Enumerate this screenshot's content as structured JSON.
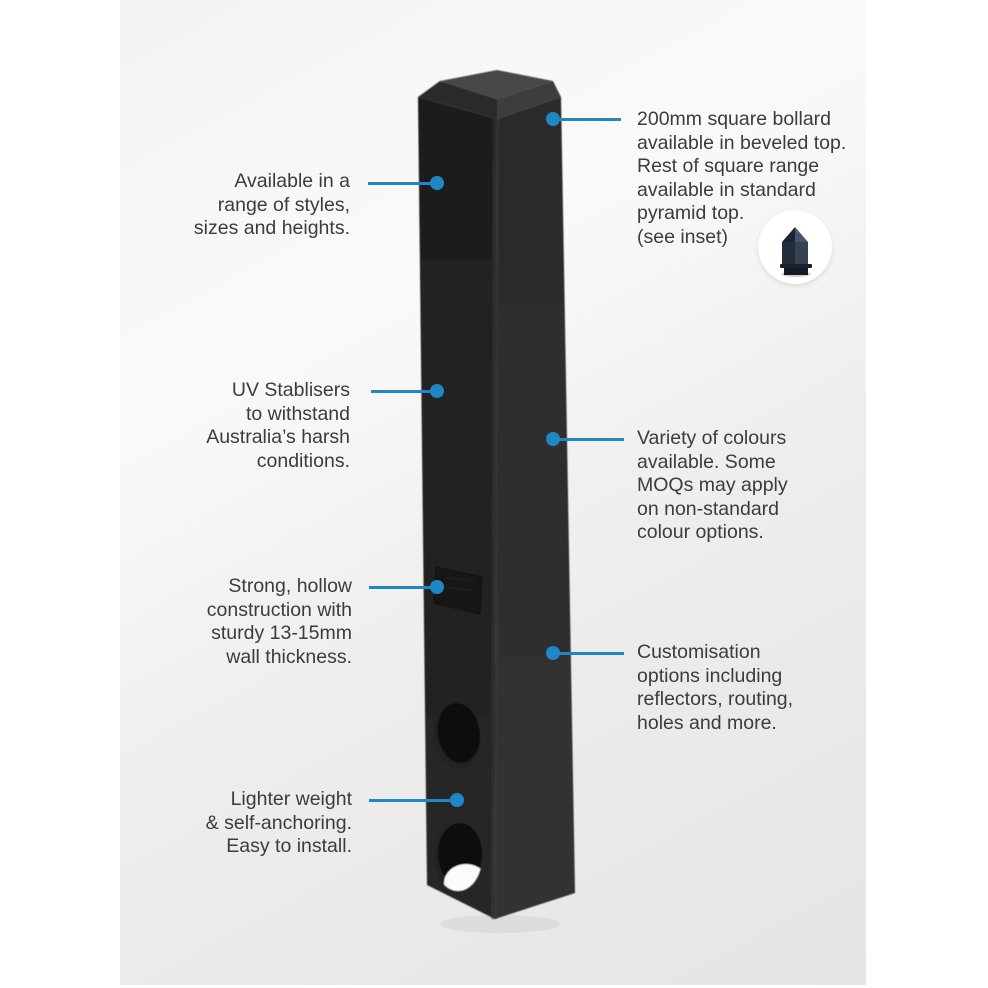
{
  "figure": {
    "description": "Square bollard product feature diagram",
    "inset_caption_target": "pyramid top bollard"
  },
  "colors": {
    "accent_blue": "#1e88c7",
    "text": "#3c3c3c",
    "bollard_dark_face": "#212121",
    "bollard_light_face": "#2e2e2e",
    "panel_gray": "#ededec"
  },
  "callouts": {
    "left": [
      {
        "id": "styles",
        "text": "Available in a\nrange of styles,\nsizes and heights."
      },
      {
        "id": "uv",
        "text": "UV Stablisers\nto withstand\nAustralia’s harsh\nconditions."
      },
      {
        "id": "construction",
        "text": "Strong, hollow\nconstruction with\nsturdy 13-15mm\nwall thickness."
      },
      {
        "id": "weight",
        "text": "Lighter weight\n& self-anchoring.\nEasy to install."
      }
    ],
    "right": [
      {
        "id": "beveled-top",
        "text": "200mm square bollard\navailable in beveled top.\nRest of square range\navailable in standard\npyramid top.\n(see inset)"
      },
      {
        "id": "colours",
        "text": "Variety of colours\navailable. Some\nMOQs may apply\non non-standard\ncolour options."
      },
      {
        "id": "customisation",
        "text": "Customisation\noptions including\nreflectors, routing,\nholes and more."
      }
    ]
  }
}
